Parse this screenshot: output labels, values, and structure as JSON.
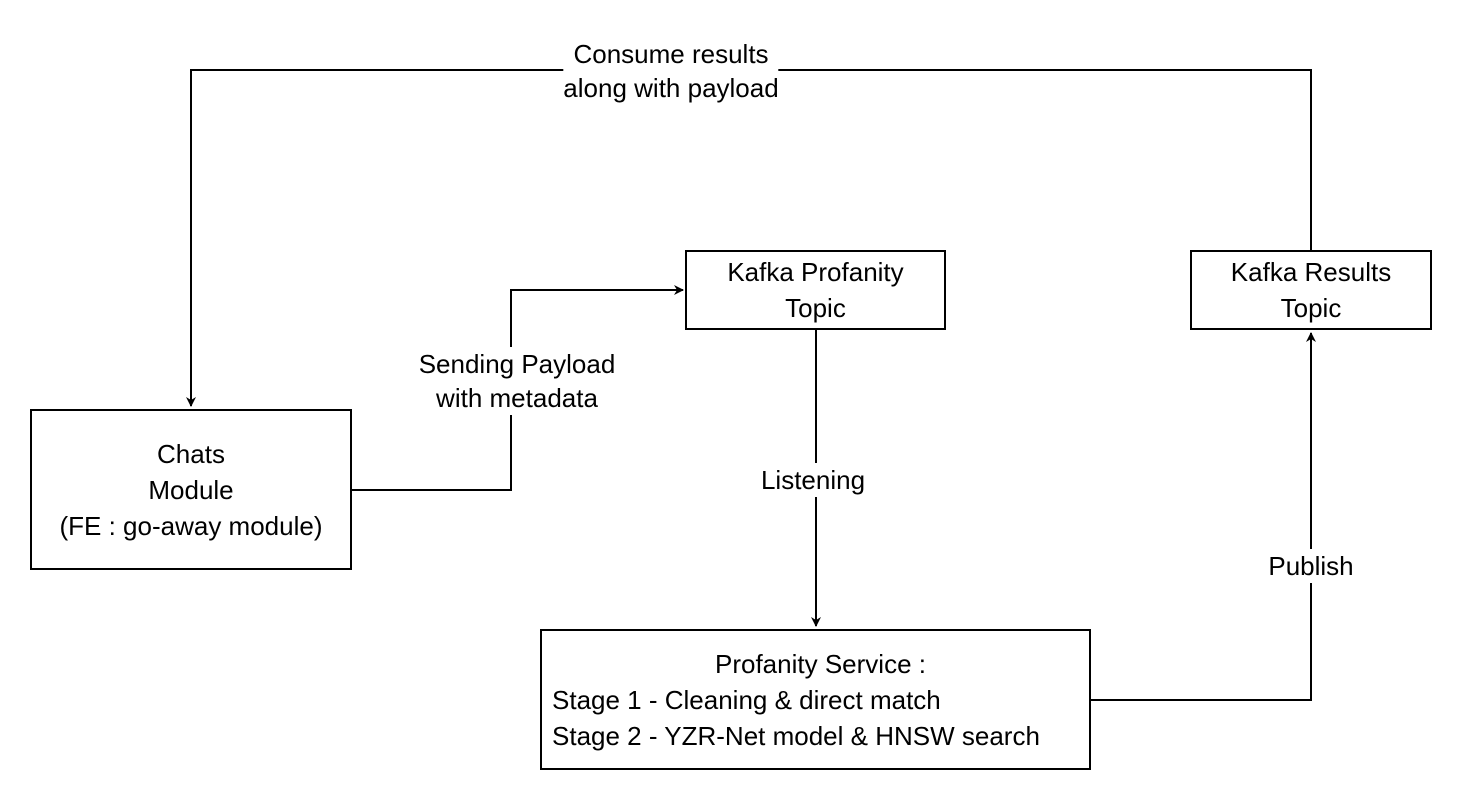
{
  "diagram": {
    "nodes": {
      "chats": {
        "lines": [
          "Chats",
          "Module",
          "(FE : go-away module)"
        ]
      },
      "kafka_profanity": {
        "lines": [
          "Kafka Profanity",
          "Topic"
        ]
      },
      "kafka_results": {
        "lines": [
          "Kafka Results",
          "Topic"
        ]
      },
      "profanity_service": {
        "lines": [
          "Profanity Service :",
          "Stage 1 - Cleaning & direct match",
          "Stage 2 - YZR-Net model & HNSW search"
        ]
      }
    },
    "edges": {
      "sending": {
        "from": "chats",
        "to": "kafka_profanity",
        "label_lines": [
          "Sending Payload",
          "with metadata"
        ]
      },
      "listening": {
        "from": "kafka_profanity",
        "to": "profanity_service",
        "label_lines": [
          "Listening"
        ]
      },
      "publish": {
        "from": "profanity_service",
        "to": "kafka_results",
        "label_lines": [
          "Publish"
        ]
      },
      "consume": {
        "from": "kafka_results",
        "to": "chats",
        "label_lines": [
          "Consume results",
          "along with payload"
        ]
      }
    },
    "colors": {
      "stroke": "#000000",
      "fill": "#ffffff"
    }
  }
}
